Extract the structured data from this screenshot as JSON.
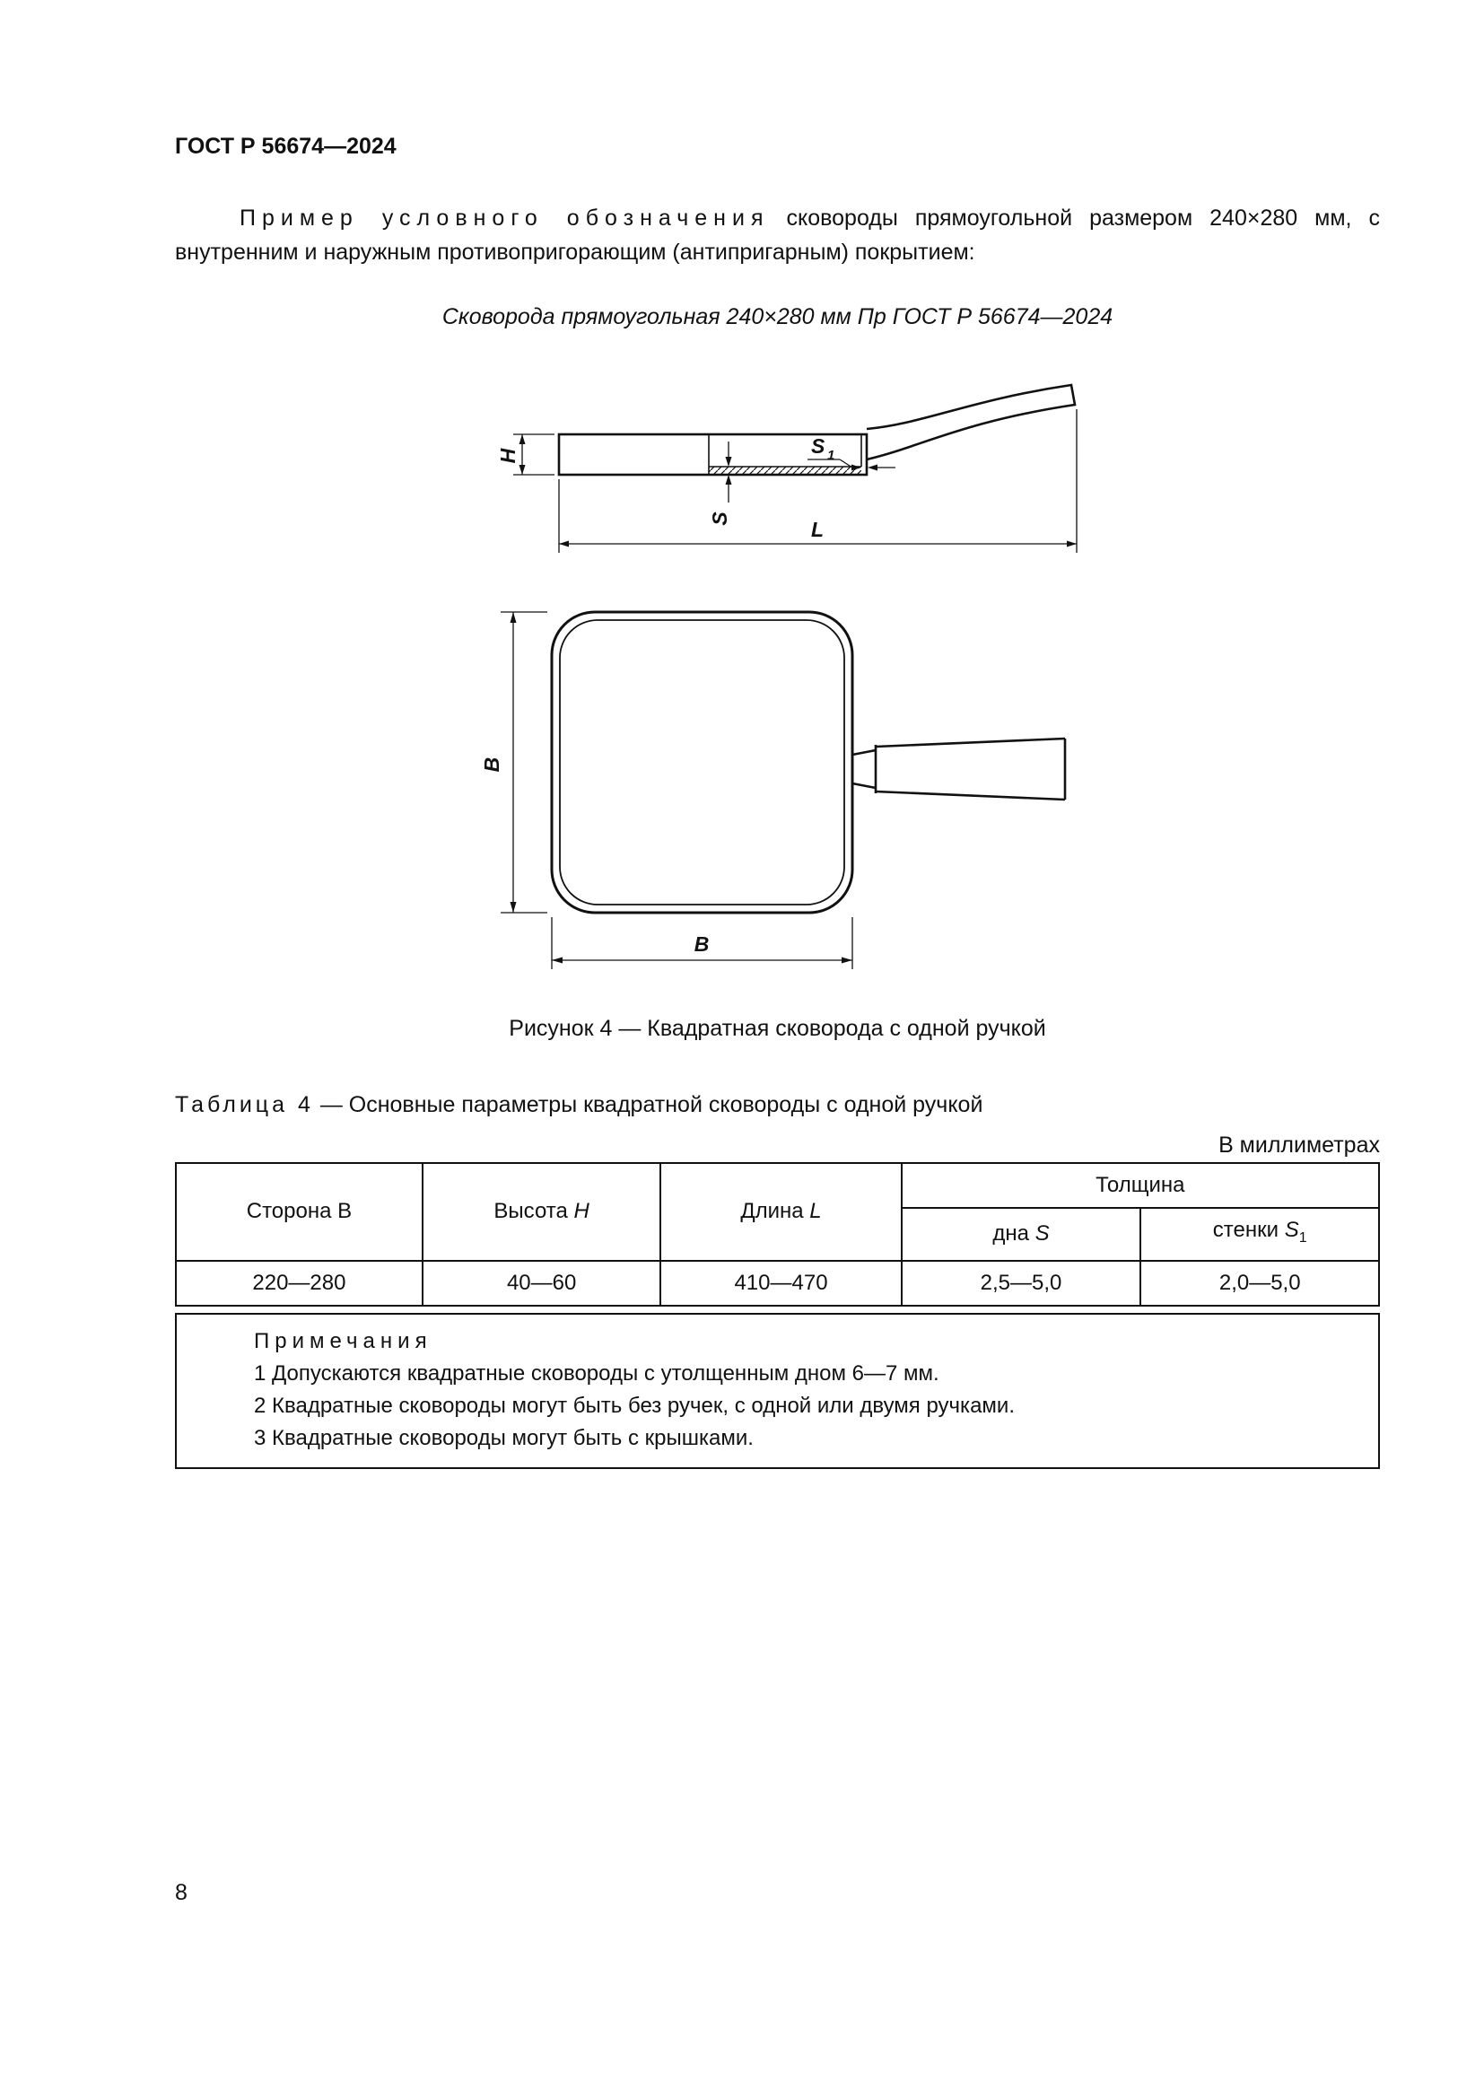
{
  "page": {
    "header": "ГОСТ Р 56674—2024",
    "page_number": "8"
  },
  "example": {
    "intro_spaced": "Пример условного обозначения",
    "intro_rest": "сковороды прямоугольной размером 240×280 мм, с внутренним и наружным противопригорающим (антипригарным) покрытием:",
    "designation": "Сковорода прямоугольная 240×280 мм Пр ГОСТ Р 56674—2024"
  },
  "figure": {
    "caption": "Рисунок 4 — Квадратная сковорода с одной ручкой",
    "labels": {
      "height": "H",
      "bottom_thickness": "S",
      "wall_thickness": "S",
      "wall_thickness_sub": "1",
      "length": "L",
      "side_vertical": "B",
      "side_horizontal": "B"
    }
  },
  "table": {
    "title_spaced": "Таблица 4",
    "title_rest": "— Основные параметры квадратной сковороды с одной ручкой",
    "units": "В миллиметрах",
    "headers": {
      "col1": "Сторона В",
      "col2_prefix": "Высота ",
      "col2_symbol": "H",
      "col3_prefix": "Длина ",
      "col3_symbol": "L",
      "thickness_group": "Толщина",
      "bottom_prefix": "дна ",
      "bottom_symbol": "S",
      "wall_prefix": "стенки ",
      "wall_symbol": "S",
      "wall_sub": "1"
    },
    "row": [
      "220—280",
      "40—60",
      "410—470",
      "2,5—5,0",
      "2,0—5,0"
    ],
    "notes": {
      "title": "Примечания",
      "items": [
        "1 Допускаются квадратные сковороды с утолщенным дном 6—7 мм.",
        "2 Квадратные сковороды могут быть без ручек, с одной или двумя ручками.",
        "3 Квадратные сковороды могут быть с крышками."
      ]
    }
  }
}
